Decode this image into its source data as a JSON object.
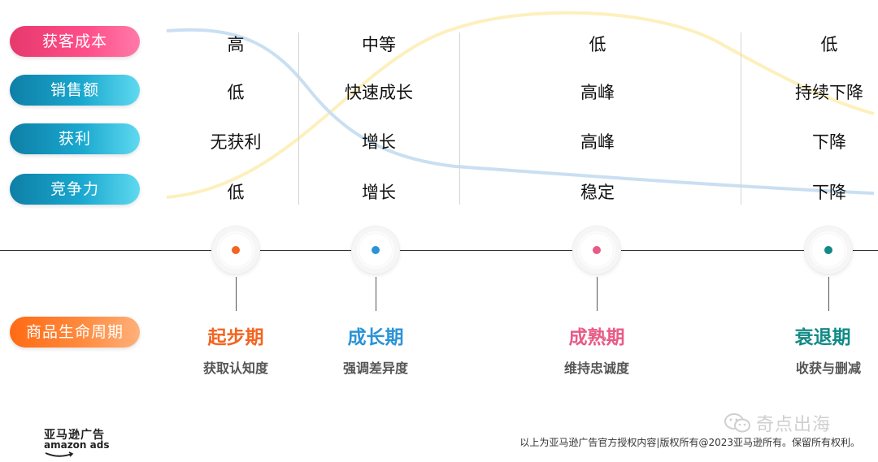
{
  "rows": [
    {
      "label": "获客成本",
      "style": "pink",
      "values": [
        "高",
        "中等",
        "低",
        "低"
      ]
    },
    {
      "label": "销售额",
      "style": "teal",
      "values": [
        "低",
        "快速成长",
        "高峰",
        "持续下降"
      ]
    },
    {
      "label": "获利",
      "style": "teal",
      "values": [
        "无获利",
        "增长",
        "高峰",
        "下降"
      ]
    },
    {
      "label": "竞争力",
      "style": "teal",
      "values": [
        "低",
        "增长",
        "稳定",
        "下降"
      ]
    }
  ],
  "lifecycle_label": "商品生命周期",
  "phases": [
    {
      "name": "起步期",
      "subtitle": "获取认知度",
      "color": "#f26522"
    },
    {
      "name": "成长期",
      "subtitle": "强调差异度",
      "color": "#2b93d6"
    },
    {
      "name": "成熟期",
      "subtitle": "维持忠诚度",
      "color": "#e85b86"
    },
    {
      "name": "衰退期",
      "subtitle": "收获与删减",
      "color": "#128a86"
    }
  ],
  "logo": {
    "cn": "亚马逊广告",
    "en": "amazon ads"
  },
  "watermark": "奇点出海",
  "copyright": "以上为亚马逊广告官方授权内容|版权所有@2023亚马逊所有。保留所有权利。",
  "colors": {
    "curve_blue": "#c9dff2",
    "curve_yellow": "#fdf0bd"
  }
}
